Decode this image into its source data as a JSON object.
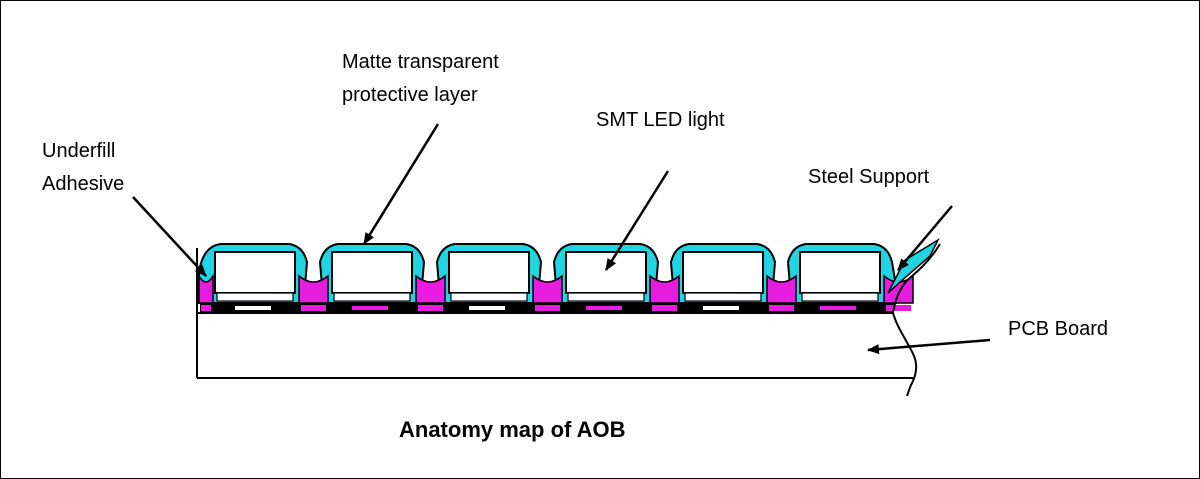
{
  "labels": {
    "matte_line1": "Matte transparent",
    "matte_line2": "protective layer",
    "smt_led": "SMT LED light",
    "underfill_line1": "Underfill",
    "underfill_line2": "Adhesive",
    "steel_support": "Steel Support",
    "pcb_board": "PCB Board"
  },
  "caption": "Anatomy map of AOB",
  "colors": {
    "protective_layer": "#22d3e0",
    "underfill_adhesive": "#e81ce0",
    "outline": "#000000",
    "background": "#ffffff"
  },
  "led_count": 6
}
